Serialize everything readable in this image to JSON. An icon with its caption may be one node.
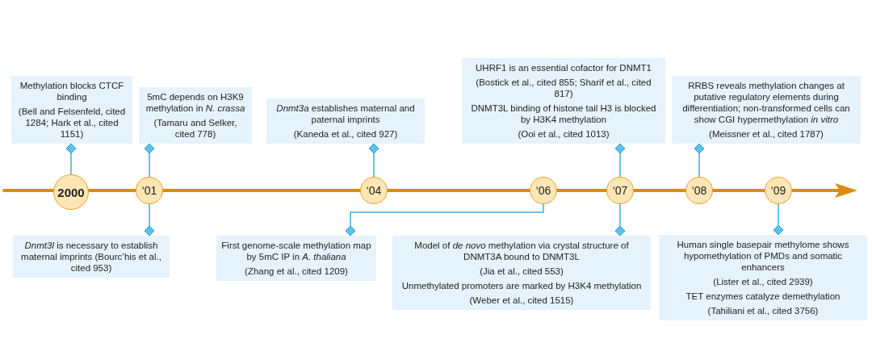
{
  "diagram": {
    "nodes": [
      {
        "text": [
          "Methylation blocks CTCF binding",
          "(Bell and Felsenfeld, cited 1284; Hark et al., cited 1151)"
        ]
      },
      {
        "text": [
          "5mC depends on H3K9 methylation in *N. crassa*",
          "(Tamaru and Selker, cited 778)"
        ]
      },
      {
        "text": [
          "*Dnmt3a* establishes maternal and paternal imprints",
          "(Kaneda et al., cited 927)"
        ]
      },
      {
        "text": [
          "UHRF1 is an essential cofactor for DNMT1",
          "(Bostick et al., cited 855; Sharif et al., cited 817)",
          "DNMT3L binding of histone tail H3 is blocked by H3K4 methylation",
          "(Ooi et al., cited 1013)"
        ]
      },
      {
        "text": [
          "RRBS reveals methylation changes at putative regulatory elements during differentiation; non-transformed cells can show CGI hypermethylation *in vitro*",
          "(Meissner et al., cited 1787)"
        ]
      },
      {
        "text": [
          "2000"
        ]
      },
      {
        "text": [
          "‘01"
        ]
      },
      {
        "text": [
          "‘04"
        ]
      },
      {
        "text": [
          "‘06"
        ]
      },
      {
        "text": [
          "‘07"
        ]
      },
      {
        "text": [
          "‘08"
        ]
      },
      {
        "text": [
          "‘09"
        ]
      },
      {
        "text": [
          "*Dnmt3l* is necessary to establish maternal imprints (Bourc’his et al., cited 953)"
        ]
      },
      {
        "text": [
          "First genome-scale methylation map by 5mC IP in *A. thaliana*",
          "(Zhang et al., cited 1209)"
        ]
      },
      {
        "text": [
          "Model of *de novo* methylation via crystal structure of DNMT3A bound to DNMT3L",
          "(Jia et al., cited 553)",
          "Unmethylated promoters are marked by H3K4 methylation",
          "(Weber et al., cited 1515)"
        ]
      },
      {
        "text": [
          "Human single basepair methylome shows hypomethylation of PMDs and somatic enhancers",
          "(Lister et al., cited 2939)",
          "TET enzymes catalyze demethylation",
          "(Tahiliani et al., cited 3756)"
        ]
      }
    ],
    "edges": [
      {
        "from": 5,
        "to": 0,
        "arrow": "other"
      },
      {
        "from": 6,
        "to": 1,
        "arrow": "other"
      },
      {
        "from": 6,
        "to": 12,
        "arrow": "other"
      },
      {
        "from": 7,
        "to": 2,
        "arrow": "other"
      },
      {
        "from": 8,
        "to": 13,
        "arrow": "other"
      },
      {
        "from": 9,
        "to": 3,
        "arrow": "other"
      },
      {
        "from": 9,
        "to": 14,
        "arrow": "other"
      },
      {
        "from": 10,
        "to": 4,
        "arrow": "other"
      },
      {
        "from": 11,
        "to": 15,
        "arrow": "other"
      }
    ]
  }
}
